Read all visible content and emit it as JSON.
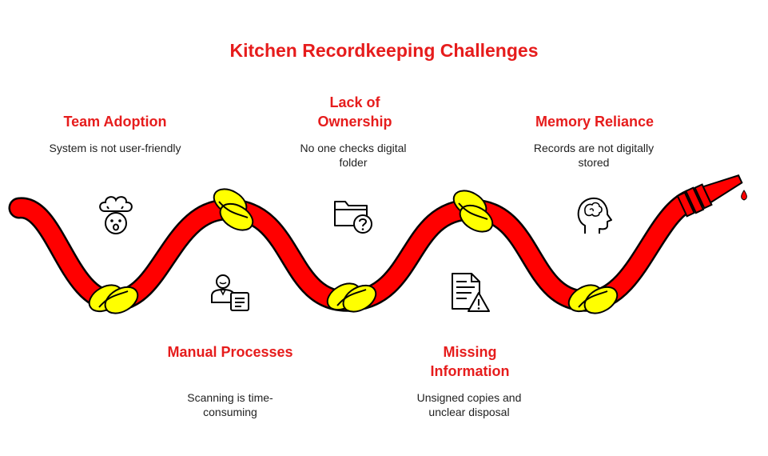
{
  "title": "Kitchen Recordkeeping Challenges",
  "stages": [
    {
      "heading": "Team Adoption",
      "description": "System is not user-friendly",
      "icon": "chef-icon"
    },
    {
      "heading": "Manual Processes",
      "description": "Scanning is time-consuming",
      "icon": "person-document-icon"
    },
    {
      "heading": "Lack of Ownership",
      "description": "No one checks digital folder",
      "icon": "folder-question-icon"
    },
    {
      "heading": "Missing Information",
      "description": "Unsigned copies and unclear disposal",
      "icon": "document-warning-icon"
    },
    {
      "heading": "Memory Reliance",
      "description": "Records are not digitally stored",
      "icon": "brain-head-icon"
    }
  ],
  "colors": {
    "accent": "#e61c1c",
    "hose": "#ff0000",
    "knot": "#ffff00",
    "text": "#222222"
  }
}
